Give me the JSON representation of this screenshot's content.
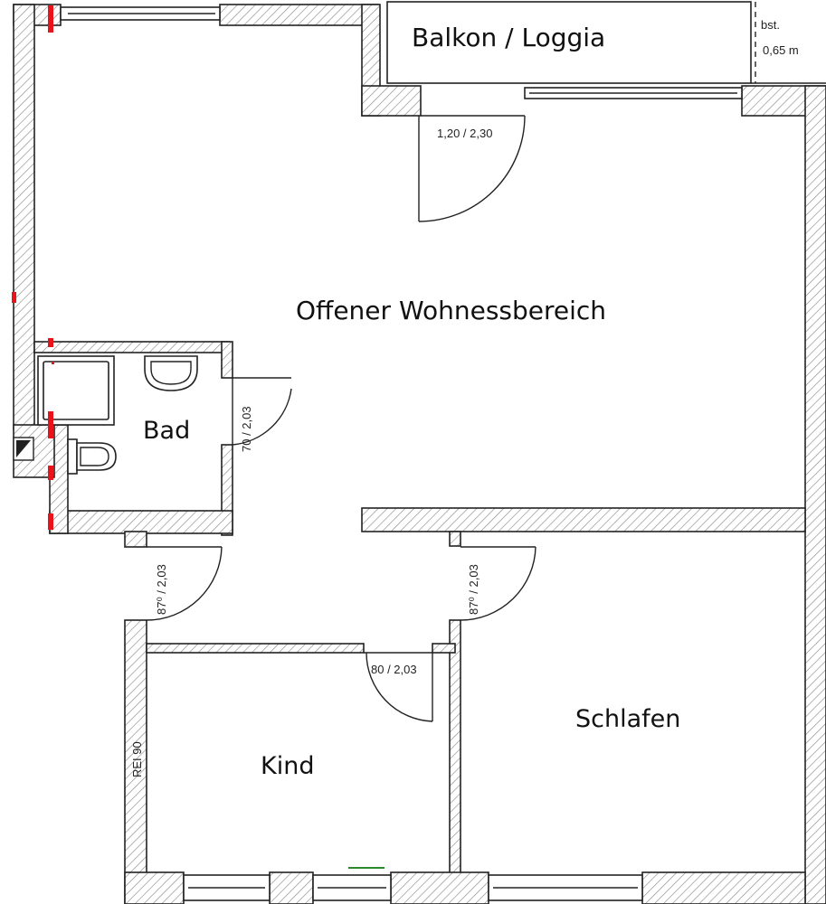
{
  "rooms": {
    "balcony": "Balkon / Loggia",
    "living": "Offener Wohnessbereich",
    "bath": "Bad",
    "bedroom": "Schlafen",
    "child": "Kind"
  },
  "doors": {
    "balcony_door": "1,20 / 2,30",
    "bath_door": "70 / 2,03",
    "hall_door": "87⁰ / 2,03",
    "bedroom_door": "87⁰ / 2,03",
    "child_door": "80 / 2,03"
  },
  "annotations": {
    "top_right_1": "bst.",
    "top_right_2": "0,65 m",
    "fire_rating": "REI 90"
  }
}
